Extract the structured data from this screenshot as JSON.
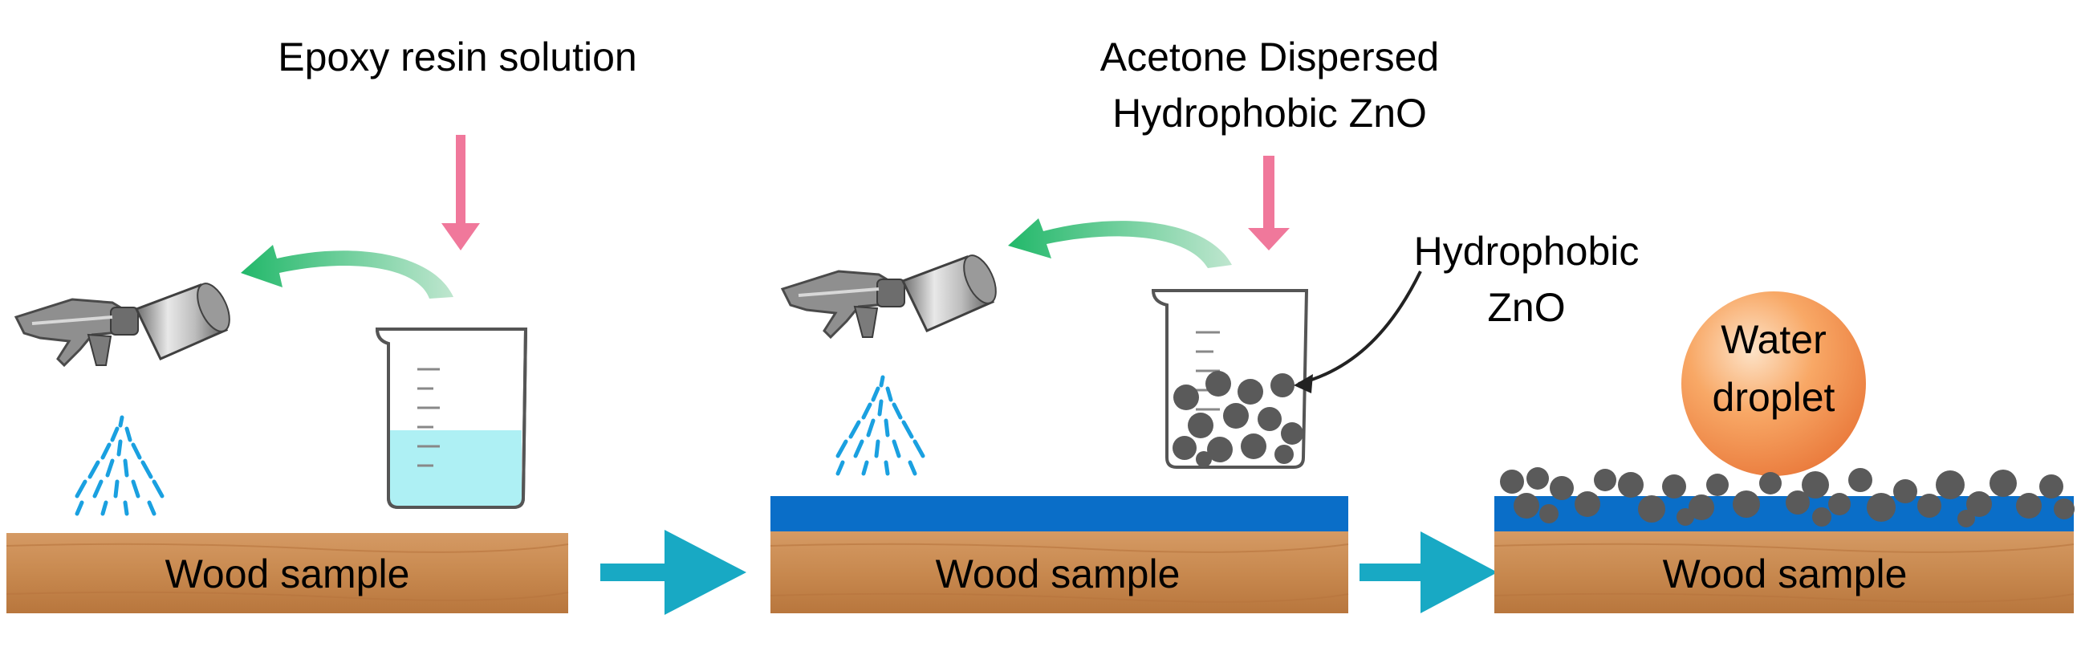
{
  "panels": [
    {
      "top_label": "Epoxy resin solution",
      "wood_label": "Wood sample"
    },
    {
      "top_label_line1": "Acetone Dispersed",
      "top_label_line2": "Hydrophobic ZnO",
      "callout_line1": "Hydrophobic",
      "callout_line2": "ZnO",
      "wood_label": "Wood sample"
    },
    {
      "droplet_line1": "Water",
      "droplet_line2": "droplet",
      "wood_label": "Wood sample"
    }
  ],
  "colors": {
    "wood": "#c98a54",
    "wood_grain": "#b06f3c",
    "epoxy_layer": "#0a6ec8",
    "pink_arrow": "#f0789b",
    "green_arrow": "#3cc47d",
    "teal_arrow": "#18a9c4",
    "zno_particle": "#5a5a5a",
    "liquid": "#aef0f4",
    "droplet": "#f59a5a",
    "spray": "#1aa0e0"
  },
  "icons": [
    "spray-gun-icon",
    "beaker-icon",
    "spray-mist-icon"
  ]
}
